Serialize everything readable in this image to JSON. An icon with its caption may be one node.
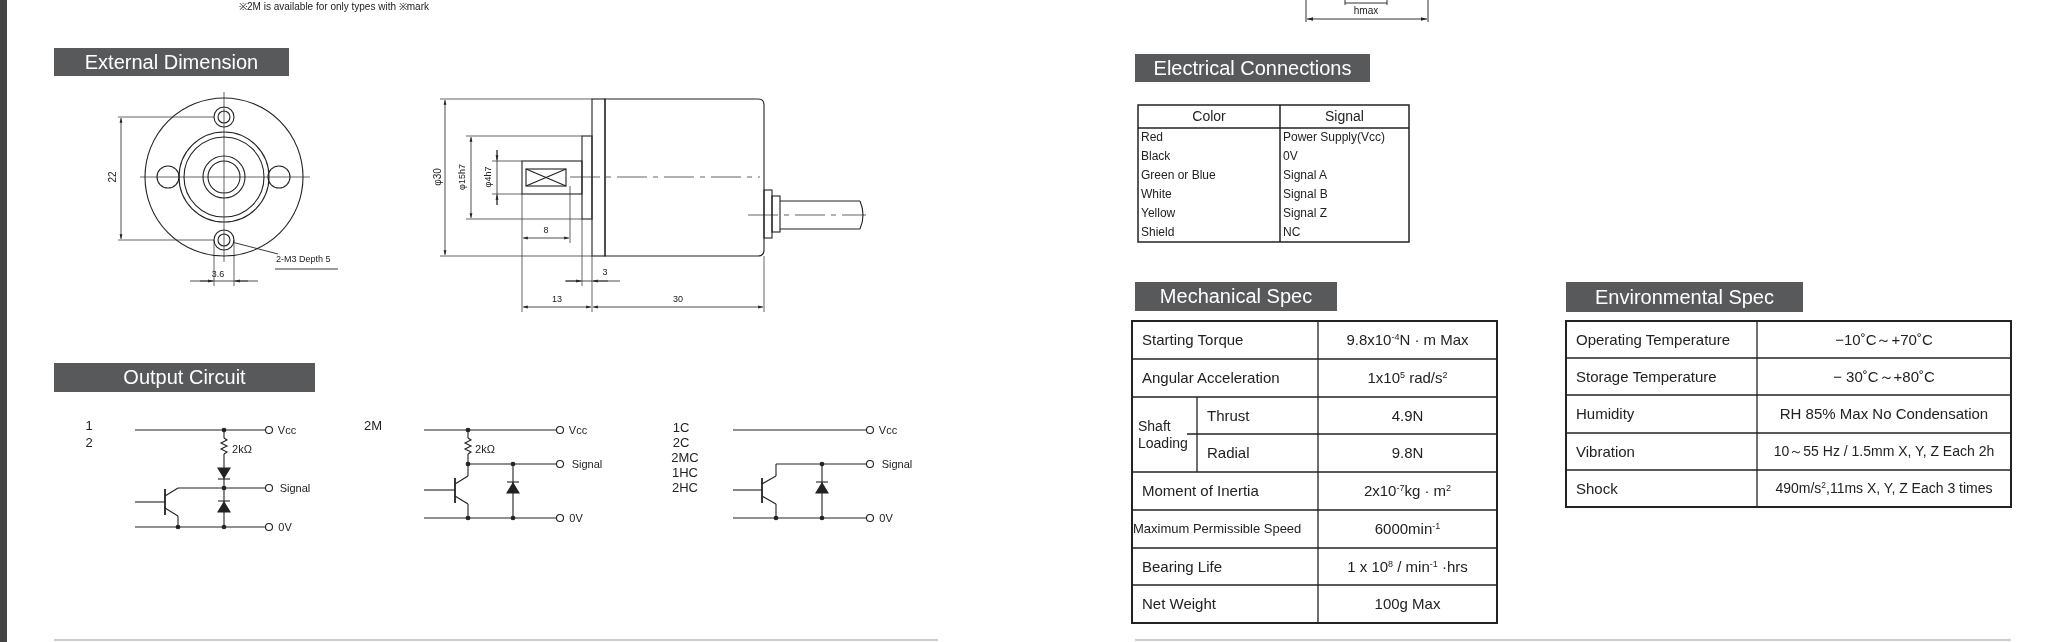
{
  "diagram": {
    "nodes": [
      {
        "text": [
          "External Dimension"
        ]
      },
      {
        "text": [
          "Output Circuit"
        ]
      },
      {
        "text": [
          "Electrical Connections"
        ]
      },
      {
        "text": [
          "Mechanical Spec"
        ]
      },
      {
        "text": [
          "Environmental Spec"
        ]
      },
      {
        "text": [
          "2-M3 Depth 5"
        ]
      },
      {
        "text": [],
        "shape": "circle"
      }
    ],
    "edges": [
      {
        "from": 5,
        "to": 6,
        "arrow": "none"
      }
    ],
    "labels": [
      "※2M is available for only types with ※mark",
      "hmax",
      "22",
      "3.6",
      "φ30",
      "φ15h7",
      "φ4h7",
      "8",
      "3",
      "13",
      "30",
      "1",
      "2",
      "Vcc",
      "2kΩ",
      "Signal",
      "0V",
      "2M",
      "Vcc",
      "2kΩ",
      "Signal",
      "0V",
      "1C",
      "2C",
      "2MC",
      "1HC",
      "2HC",
      "Vcc",
      "Signal",
      "0V",
      "Color",
      "Signal",
      "Red",
      "Power Supply(Vcc)",
      "Black",
      "0V",
      "Green or Blue",
      "Signal A",
      "White",
      "Signal B",
      "Yellow",
      "Signal Z",
      "Shield",
      "NC",
      "Starting Torque",
      "9.8x10$^{-4}$N · m Max",
      "Angular Acceleration",
      "1x10$^{5}$ rad/s$^{2}$",
      "Shaft Loading",
      "Thrust",
      "4.9N",
      "Radial",
      "9.8N",
      "Moment of Inertia",
      "2x10$^{-7}$kg · m$^{2}$",
      "Maximum Permissible Speed",
      "6000min$^{-1}$",
      "Bearing Life",
      "1 x 10$^{8}$ / min$^{-1}$ ·hrs",
      "Net Weight",
      "100g Max",
      "Operating Temperature",
      "−10˚C～+70˚C",
      "Storage Temperature",
      "− 30˚C～+80˚C",
      "Humidity",
      "RH 85% Max No Condensation",
      "Vibration",
      "10～55 Hz / 1.5mm  X, Y, Z Each 2h",
      "Shock",
      "490m/s$^{2}$,11ms  X, Y, Z Each 3 times"
    ]
  }
}
